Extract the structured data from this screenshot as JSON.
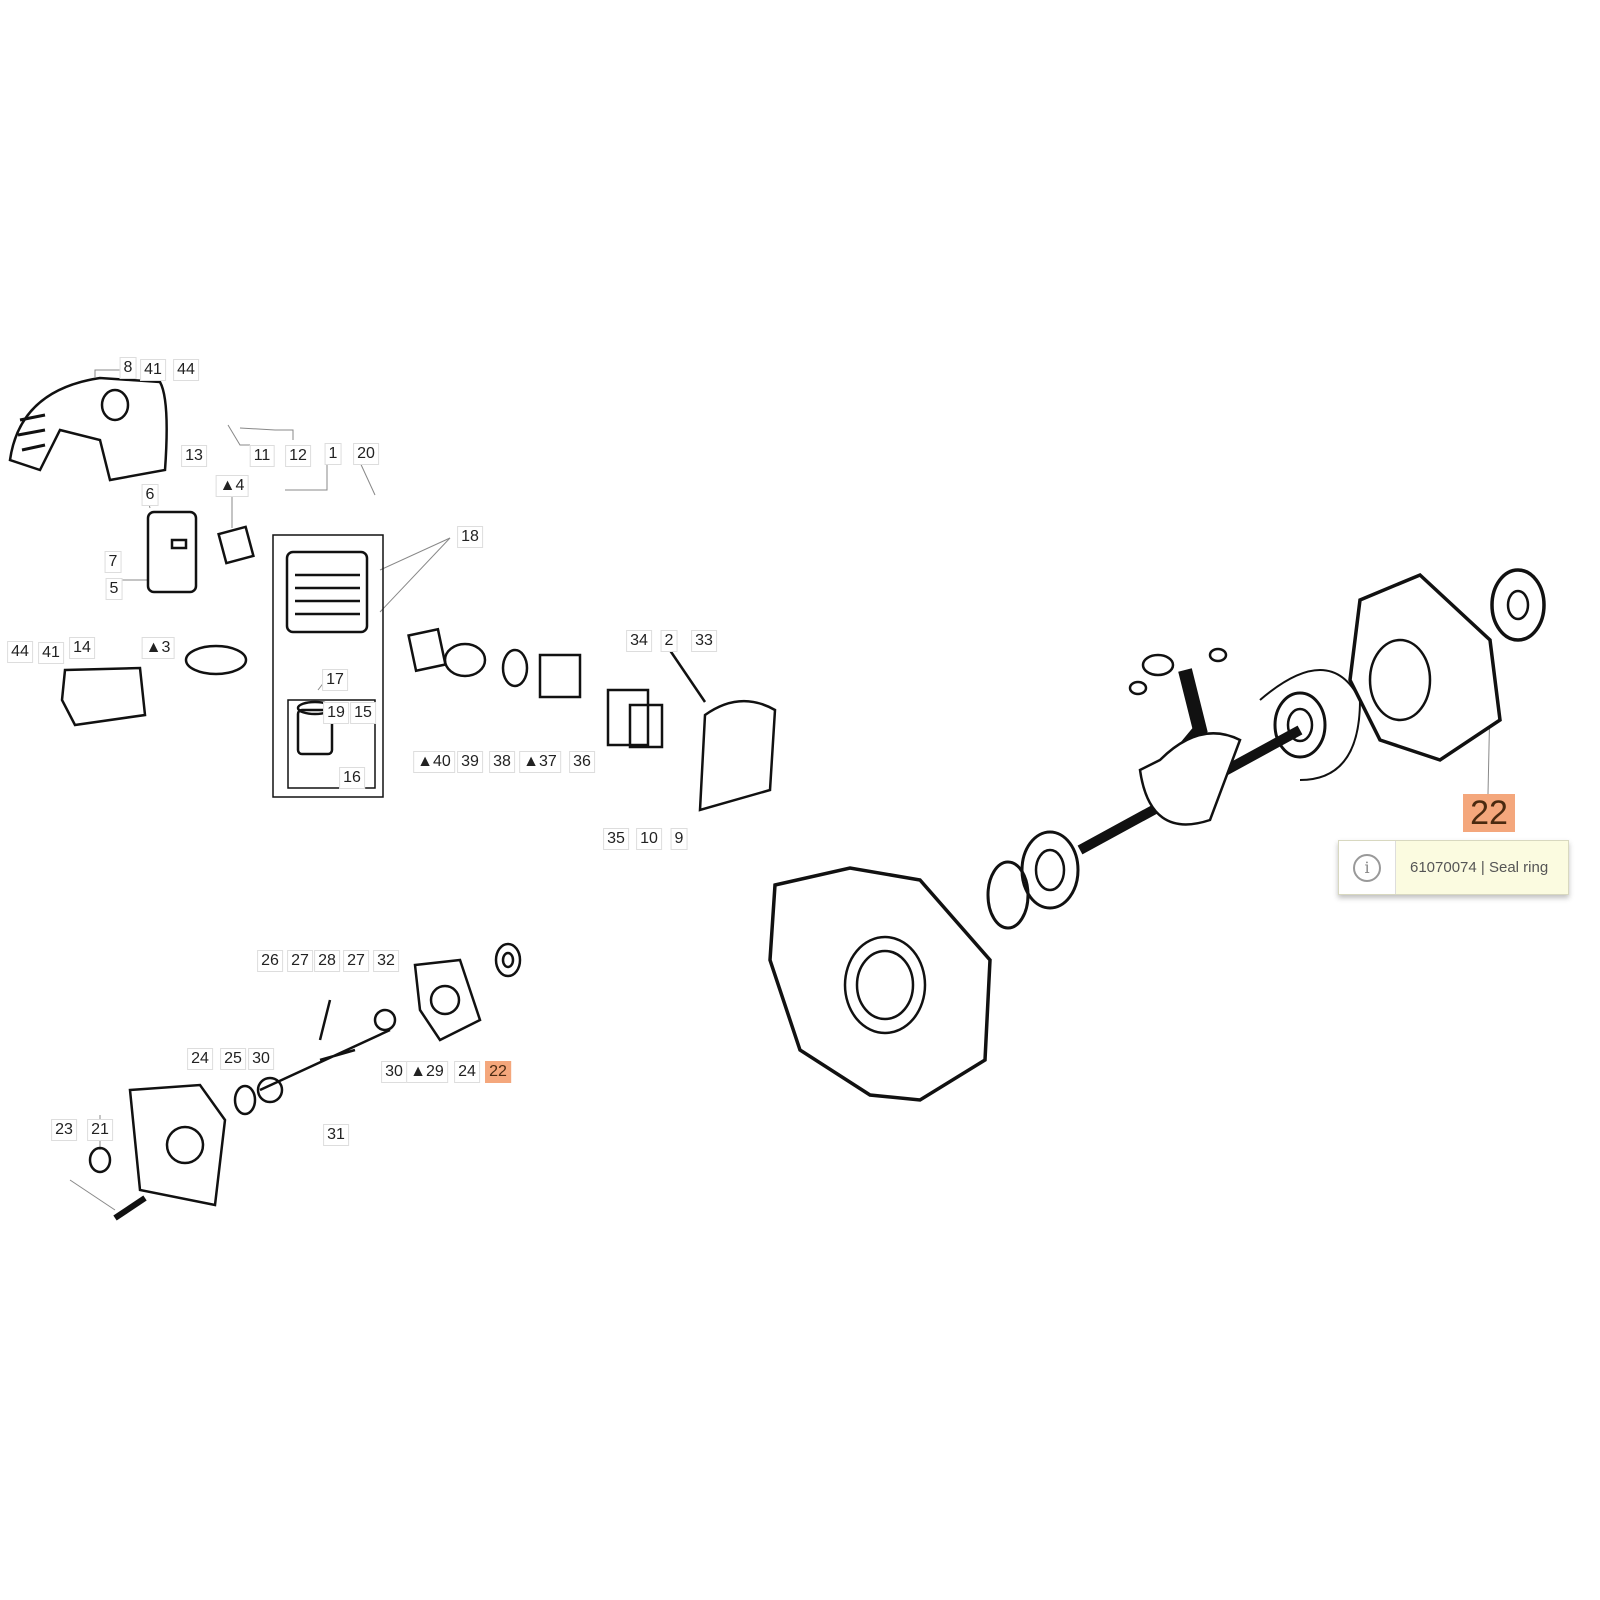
{
  "diagram": {
    "labels": [
      "8",
      "41",
      "44",
      "13",
      "11",
      "12",
      "1",
      "20",
      "▲4",
      "6",
      "7",
      "5",
      "18",
      "44",
      "41",
      "14",
      "▲3",
      "17",
      "19",
      "15",
      "16",
      "▲40",
      "39",
      "38",
      "▲37",
      "36",
      "34",
      "2",
      "33",
      "35",
      "10",
      "9",
      "26",
      "27",
      "28",
      "27",
      "32",
      "24",
      "25",
      "30",
      "30",
      "▲29",
      "24",
      "22",
      "31",
      "23",
      "21"
    ],
    "selected_label": "22",
    "highlight_color": "#f4a77c"
  },
  "tooltip": {
    "icon": "info-icon",
    "icon_glyph": "i",
    "text": "61070074 | Seal ring"
  }
}
